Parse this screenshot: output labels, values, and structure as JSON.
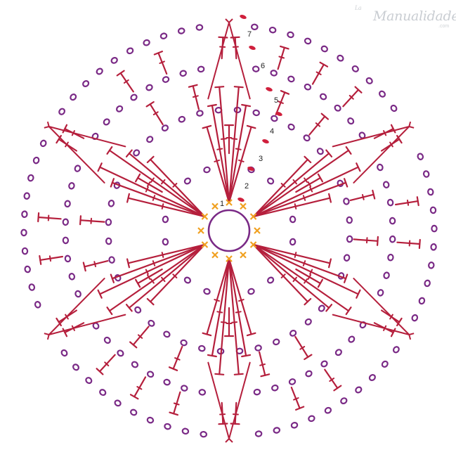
{
  "watermark": {
    "prefix": "La",
    "brand": "Manualidades",
    "suffix": ".com"
  },
  "round_labels": [
    "1",
    "2",
    "3",
    "4",
    "5",
    "6",
    "7"
  ],
  "colors": {
    "chain": "#7a2a86",
    "stitch": "#b51f3c",
    "magic_ring": "#7a2a86",
    "center_x": "#f0a020",
    "slip_stitch": "#d01f3c",
    "background": "#ffffff"
  },
  "symbols": {
    "magic_ring": "ring-symbol",
    "center_stitch": "cross-symbol",
    "chain": "chain-oval-symbol",
    "double_crochet": "tall-stitch-symbol",
    "slip_stitch": "filled-oval-symbol"
  }
}
